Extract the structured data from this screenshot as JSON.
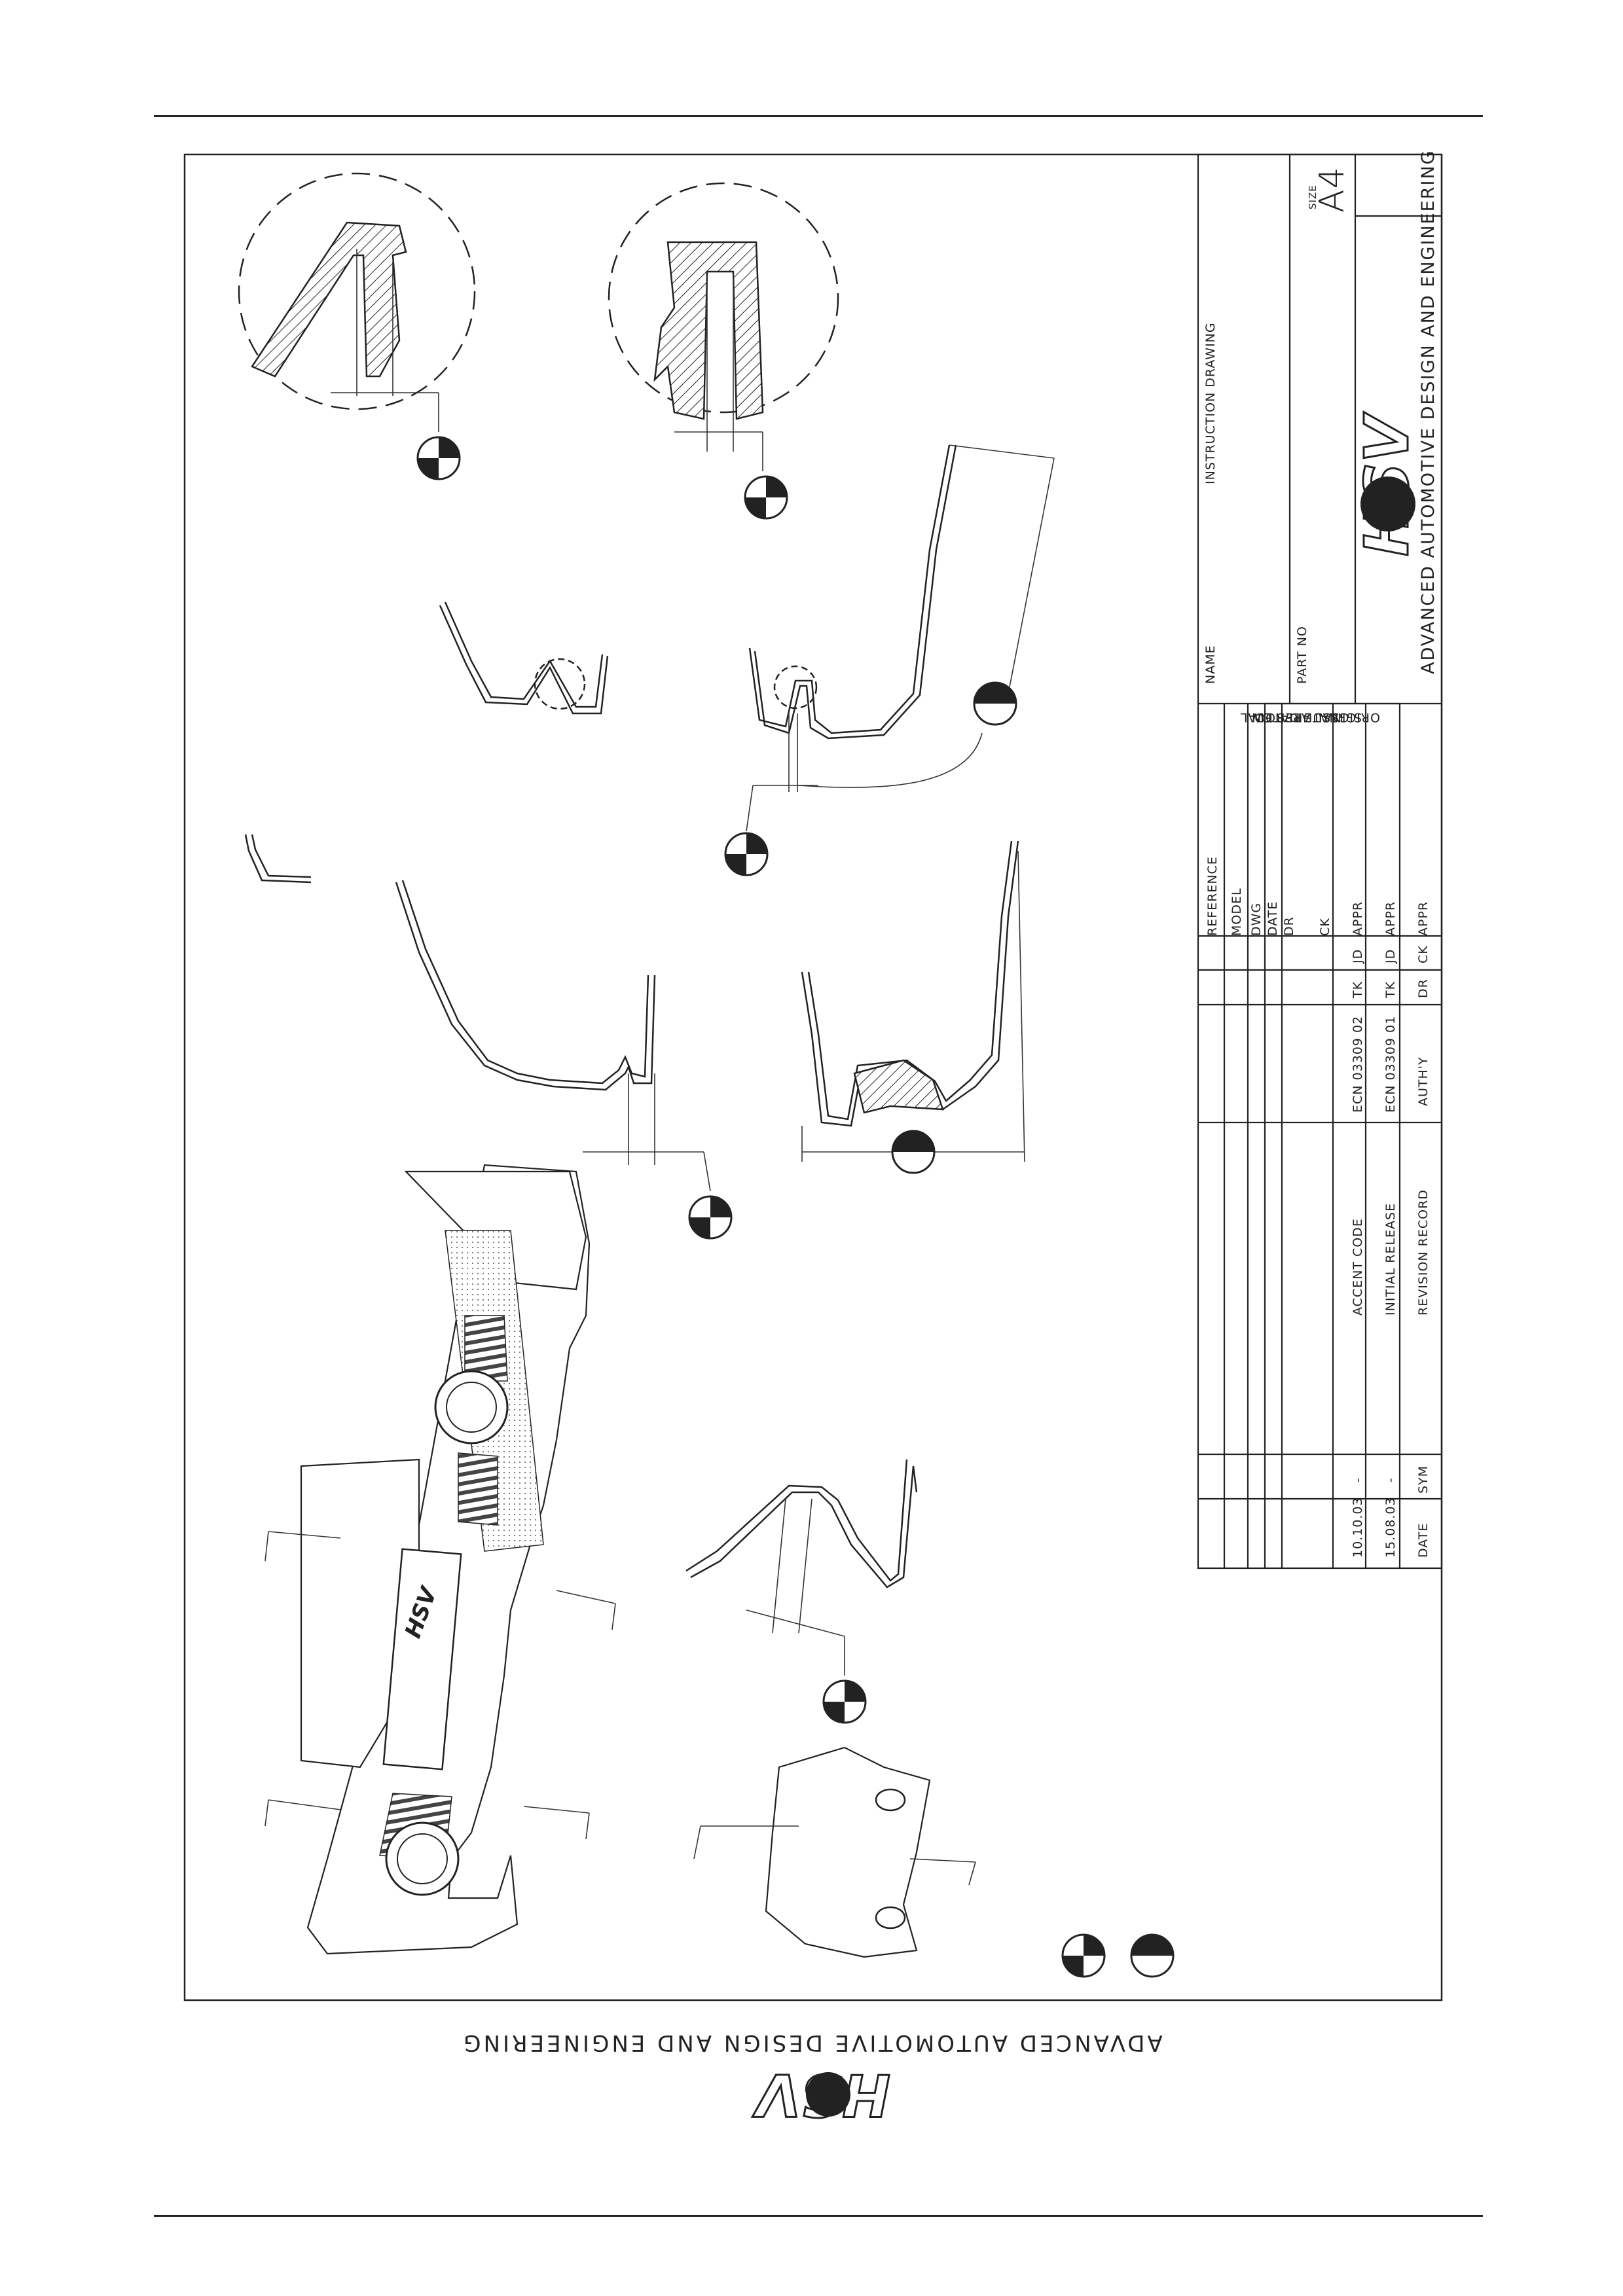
{
  "title_block": {
    "drawing_type": "INSTRUCTION DRAWING",
    "name_label": "NAME",
    "part_no_label": "PART NO",
    "size_label": "SIZE",
    "size_value": "A4",
    "company_name": "ADVANCED AUTOMOTIVE DESIGN AND ENGINEERING",
    "logo_text": "HSV",
    "approval_note": [
      "ORIGINAL APPROVAL",
      "SIGNATURES ON",
      "ISSUE DATED"
    ],
    "fields": {
      "reference": "REFERENCE",
      "model": "MODEL",
      "dwg": "DWG",
      "date": "DATE",
      "dr": "DR",
      "ck": "CK",
      "appr": "APPR"
    }
  },
  "revision_record": {
    "headers": [
      "DATE",
      "SYM",
      "REVISION RECORD",
      "AUTH'Y",
      "DR",
      "CK",
      "APPR"
    ],
    "rows": [
      {
        "date": "15.08.03",
        "sym": "-",
        "description": "INITIAL RELEASE",
        "auth": "ECN 03309 01",
        "dr": "TK",
        "ck": "JD"
      },
      {
        "date": "10.10.03",
        "sym": "-",
        "description": "ACCENT CODE",
        "auth": "ECN 03309 02",
        "dr": "TK",
        "ck": "JD"
      }
    ]
  },
  "footer": {
    "company_name": "ADVANCED AUTOMOTIVE DESIGN AND ENGINEERING",
    "logo_text": "HSV"
  }
}
